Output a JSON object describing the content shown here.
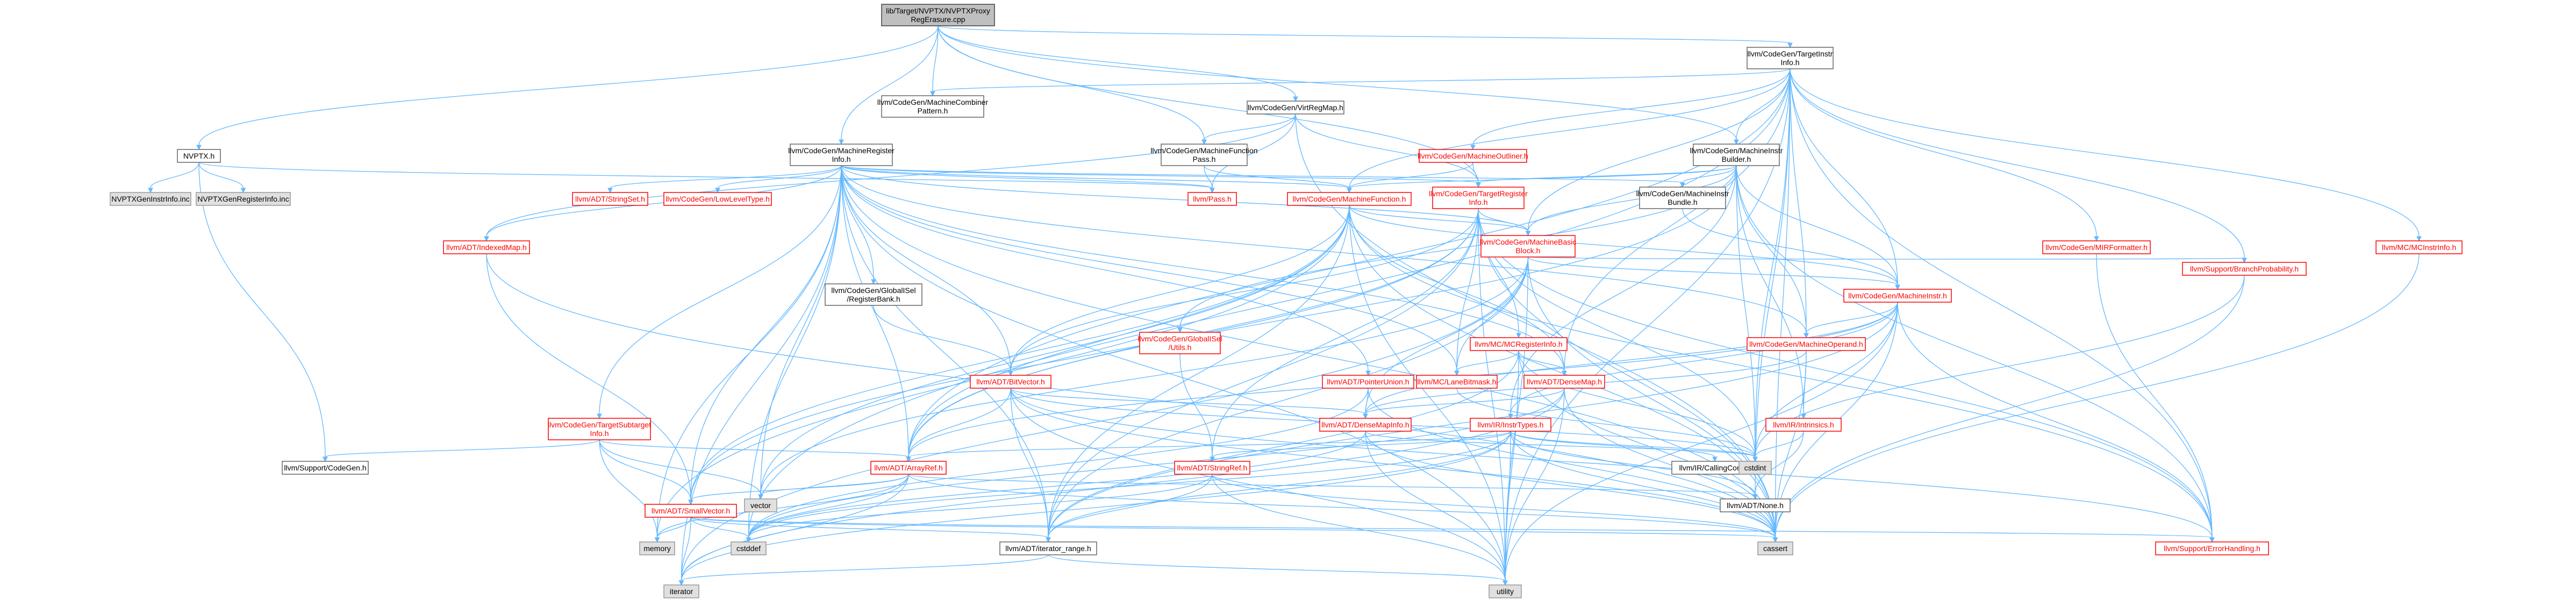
{
  "graph": {
    "nodes": [
      {
        "id": "root",
        "lines": [
          "lib/Target/NVPTX/NVPTXProxy",
          "RegErasure.cpp"
        ],
        "style": "root"
      },
      {
        "id": "targetinstrinfo",
        "lines": [
          "llvm/CodeGen/TargetInstr",
          "Info.h"
        ],
        "style": "plain"
      },
      {
        "id": "nvptx",
        "lines": [
          "NVPTX.h"
        ],
        "style": "plain"
      },
      {
        "id": "combiner",
        "lines": [
          "llvm/CodeGen/MachineCombiner",
          "Pattern.h"
        ],
        "style": "plain"
      },
      {
        "id": "virtregmap",
        "lines": [
          "llvm/CodeGen/VirtRegMap.h"
        ],
        "style": "plain"
      },
      {
        "id": "machineregisterinfo",
        "lines": [
          "llvm/CodeGen/MachineRegister",
          "Info.h"
        ],
        "style": "plain"
      },
      {
        "id": "mfpass",
        "lines": [
          "llvm/CodeGen/MachineFunction",
          "Pass.h"
        ],
        "style": "plain"
      },
      {
        "id": "machineoutliner",
        "lines": [
          "llvm/CodeGen/MachineOutliner.h"
        ],
        "style": "red"
      },
      {
        "id": "minstrbuilder",
        "lines": [
          "llvm/CodeGen/MachineInstr",
          "Builder.h"
        ],
        "style": "plain"
      },
      {
        "id": "nvptxgeninstrinfo",
        "lines": [
          "NVPTXGenInstrInfo.inc"
        ],
        "style": "gray"
      },
      {
        "id": "nvptxgenreginfo",
        "lines": [
          "NVPTXGenRegisterInfo.inc"
        ],
        "style": "gray"
      },
      {
        "id": "stringset",
        "lines": [
          "llvm/ADT/StringSet.h"
        ],
        "style": "red"
      },
      {
        "id": "lowleveltype",
        "lines": [
          "llvm/CodeGen/LowLevelType.h"
        ],
        "style": "red"
      },
      {
        "id": "pass",
        "lines": [
          "llvm/Pass.h"
        ],
        "style": "red"
      },
      {
        "id": "machinefunction",
        "lines": [
          "llvm/CodeGen/MachineFunction.h"
        ],
        "style": "red"
      },
      {
        "id": "targetreginfo",
        "lines": [
          "llvm/CodeGen/TargetRegister",
          "Info.h"
        ],
        "style": "red"
      },
      {
        "id": "minstrbundle",
        "lines": [
          "llvm/CodeGen/MachineInstr",
          "Bundle.h"
        ],
        "style": "plain"
      },
      {
        "id": "mirformatter",
        "lines": [
          "llvm/CodeGen/MIRFormatter.h"
        ],
        "style": "red"
      },
      {
        "id": "mcinstrinfo",
        "lines": [
          "llvm/MC/MCInstrInfo.h"
        ],
        "style": "red"
      },
      {
        "id": "indexedmap",
        "lines": [
          "llvm/ADT/IndexedMap.h"
        ],
        "style": "red"
      },
      {
        "id": "globalisel_regbank",
        "lines": [
          "llvm/CodeGen/GlobalISel",
          "/RegisterBank.h"
        ],
        "style": "plain"
      },
      {
        "id": "machinebasicblock",
        "lines": [
          "llvm/CodeGen/MachineBasic",
          "Block.h"
        ],
        "style": "red"
      },
      {
        "id": "branchprob",
        "lines": [
          "llvm/Support/BranchProbability.h"
        ],
        "style": "red"
      },
      {
        "id": "machineinstr",
        "lines": [
          "llvm/CodeGen/MachineInstr.h"
        ],
        "style": "red"
      },
      {
        "id": "globalisel_utils",
        "lines": [
          "llvm/CodeGen/GlobalISel",
          "/Utils.h"
        ],
        "style": "red"
      },
      {
        "id": "mcregisterinfo",
        "lines": [
          "llvm/MC/MCRegisterInfo.h"
        ],
        "style": "red"
      },
      {
        "id": "machineoperand",
        "lines": [
          "llvm/CodeGen/MachineOperand.h"
        ],
        "style": "red"
      },
      {
        "id": "bitvector",
        "lines": [
          "llvm/ADT/BitVector.h"
        ],
        "style": "red"
      },
      {
        "id": "pointerunion",
        "lines": [
          "llvm/ADT/PointerUnion.h"
        ],
        "style": "red"
      },
      {
        "id": "lanebitmask",
        "lines": [
          "llvm/MC/LaneBitmask.h"
        ],
        "style": "red"
      },
      {
        "id": "densemap",
        "lines": [
          "llvm/ADT/DenseMap.h"
        ],
        "style": "red"
      },
      {
        "id": "targetsubtarget",
        "lines": [
          "llvm/CodeGen/TargetSubtarget",
          "Info.h"
        ],
        "style": "red"
      },
      {
        "id": "densemapinfo",
        "lines": [
          "llvm/ADT/DenseMapInfo.h"
        ],
        "style": "red"
      },
      {
        "id": "instrtypes",
        "lines": [
          "llvm/IR/InstrTypes.h"
        ],
        "style": "red"
      },
      {
        "id": "intrinsics",
        "lines": [
          "llvm/IR/Intrinsics.h"
        ],
        "style": "red"
      },
      {
        "id": "support_codegen",
        "lines": [
          "llvm/Support/CodeGen.h"
        ],
        "style": "plain"
      },
      {
        "id": "arrayref",
        "lines": [
          "llvm/ADT/ArrayRef.h"
        ],
        "style": "red"
      },
      {
        "id": "stringref",
        "lines": [
          "llvm/ADT/StringRef.h"
        ],
        "style": "red"
      },
      {
        "id": "callingconv",
        "lines": [
          "llvm/IR/CallingConv.h"
        ],
        "style": "plain"
      },
      {
        "id": "cstdint",
        "lines": [
          "cstdint"
        ],
        "style": "gray"
      },
      {
        "id": "vector",
        "lines": [
          "vector"
        ],
        "style": "gray"
      },
      {
        "id": "smallvector",
        "lines": [
          "llvm/ADT/SmallVector.h"
        ],
        "style": "red"
      },
      {
        "id": "none",
        "lines": [
          "llvm/ADT/None.h"
        ],
        "style": "plain"
      },
      {
        "id": "memory",
        "lines": [
          "memory"
        ],
        "style": "gray"
      },
      {
        "id": "cstddef",
        "lines": [
          "cstddef"
        ],
        "style": "gray"
      },
      {
        "id": "iterator_range",
        "lines": [
          "llvm/ADT/iterator_range.h"
        ],
        "style": "plain"
      },
      {
        "id": "cassert",
        "lines": [
          "cassert"
        ],
        "style": "gray"
      },
      {
        "id": "errorhandling",
        "lines": [
          "llvm/Support/ErrorHandling.h"
        ],
        "style": "red"
      },
      {
        "id": "iterator",
        "lines": [
          "iterator"
        ],
        "style": "gray"
      },
      {
        "id": "utility",
        "lines": [
          "utility"
        ],
        "style": "gray"
      }
    ]
  },
  "colors": {
    "edge": "#63b8ff",
    "root_fill": "#bfbfbf",
    "root_stroke": "#404040",
    "gray_fill": "#e0e0e0",
    "gray_stroke": "#999999",
    "plain_fill": "#ffffff",
    "plain_stroke": "#666666",
    "red_fill": "#ffffff",
    "red_stroke": "#ff0000",
    "red_text": "#ff0000",
    "text": "#000000"
  }
}
